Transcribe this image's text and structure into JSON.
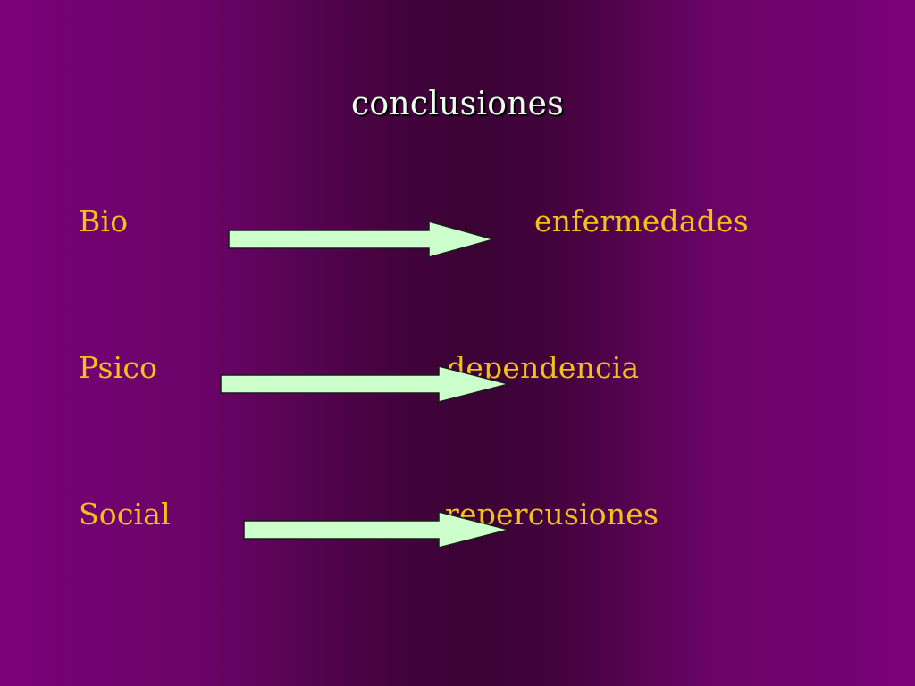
{
  "slide": {
    "title": "conclusiones",
    "rows": [
      {
        "left": "Bio",
        "right": "enfermedades"
      },
      {
        "left": "Psico",
        "right": "dependencia"
      },
      {
        "left": "Social",
        "right": "repercusiones"
      }
    ]
  },
  "colors": {
    "background_edge": "#7a0278",
    "background_center": "#3a0334",
    "title_text": "#eaffea",
    "term_text": "#f2c11a",
    "arrow_fill": "#ccffcc"
  },
  "icons": [
    "arrow-right-icon"
  ]
}
